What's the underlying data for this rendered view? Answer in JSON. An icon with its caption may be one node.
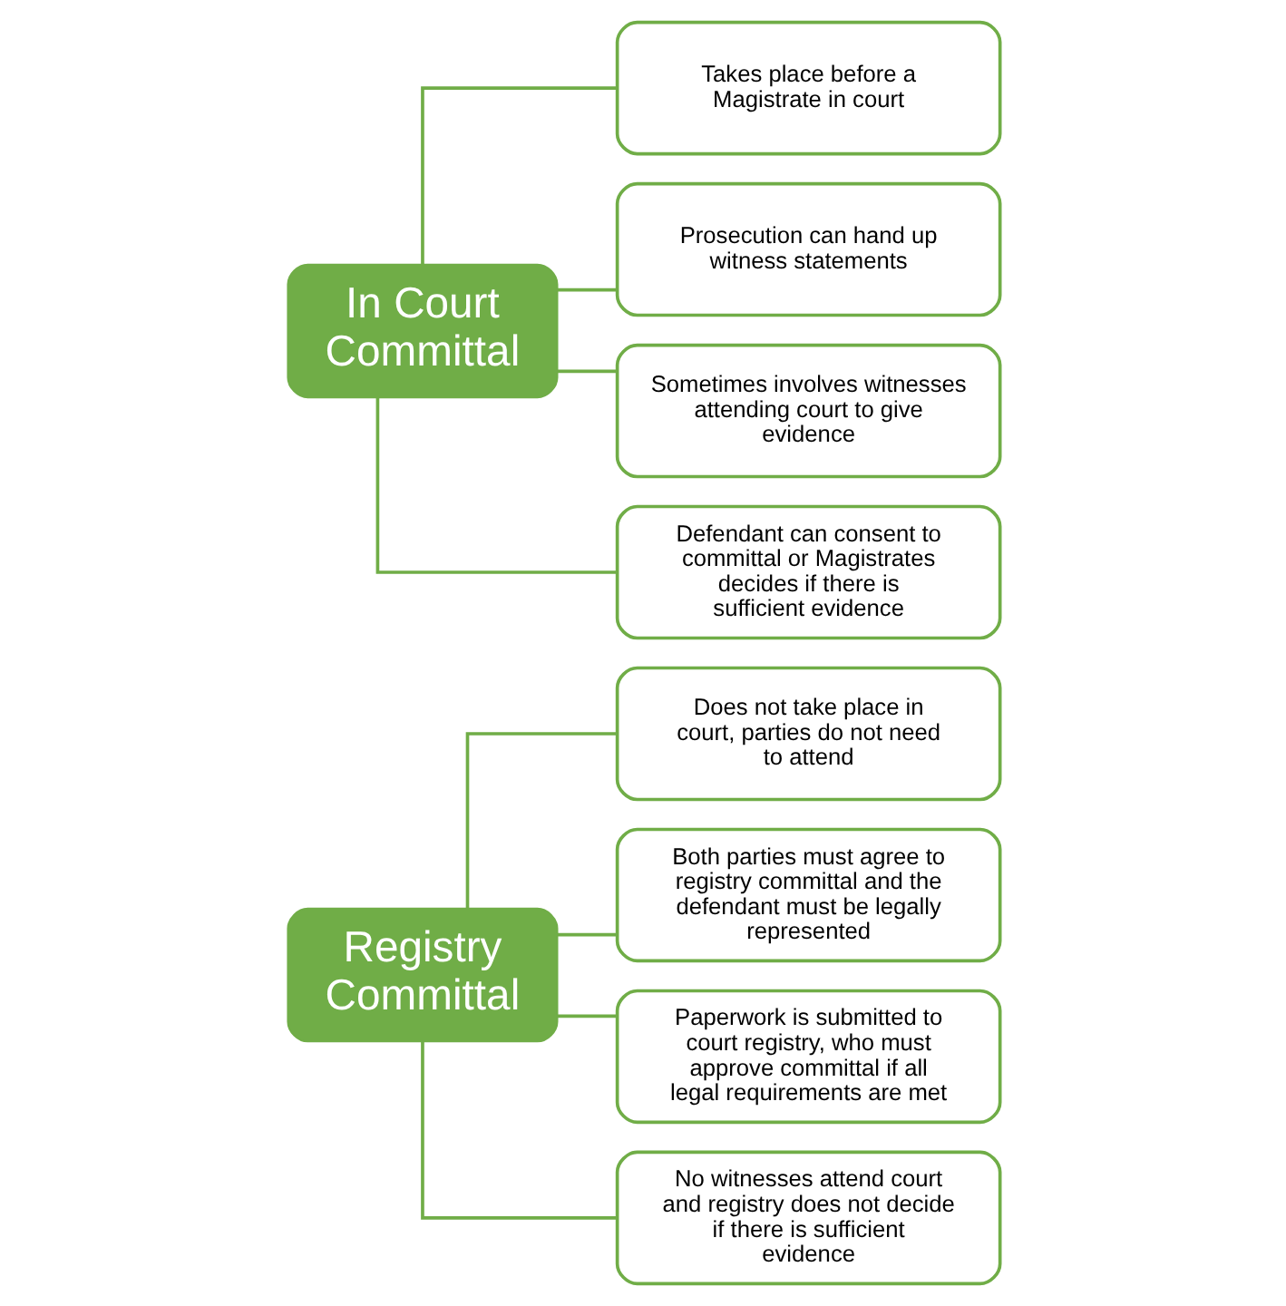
{
  "diagram": {
    "nodes": [
      {
        "text": [
          "Registry Committal"
        ]
      },
      {
        "text": [
          "Does not take place in court, parties do not need to attend"
        ]
      },
      {
        "text": [
          "Both parties must agree to registry committal and the defendant must be legally represented"
        ]
      },
      {
        "text": [
          "Paperwork is submitted to court registry, who must approve committal if all legal requirements are met"
        ]
      },
      {
        "text": [
          "No witnesses attend court and registry does not decide if there is sufficient evidence"
        ]
      },
      {
        "text": [
          "In Court Committal"
        ]
      },
      {
        "text": [
          "Takes place before a Magistrate in court"
        ]
      },
      {
        "text": [
          "Prosecution can hand up witness statements"
        ]
      },
      {
        "text": [
          "Sometimes involves witnesses attending court to give evidence"
        ]
      },
      {
        "text": [
          "Defendant can consent to committal or Magistrates decides if there is sufficient evidence"
        ]
      }
    ],
    "edges": [
      {
        "from": 0,
        "to": 1,
        "arrow": "none"
      },
      {
        "from": 0,
        "to": 2,
        "arrow": "none"
      },
      {
        "from": 0,
        "to": 3,
        "arrow": "none"
      },
      {
        "from": 0,
        "to": 4,
        "arrow": "none"
      },
      {
        "from": 5,
        "to": 6,
        "arrow": "none"
      },
      {
        "from": 5,
        "to": 7,
        "arrow": "none"
      },
      {
        "from": 5,
        "to": 8,
        "arrow": "none"
      },
      {
        "from": 5,
        "to": 9,
        "arrow": "none"
      }
    ]
  }
}
